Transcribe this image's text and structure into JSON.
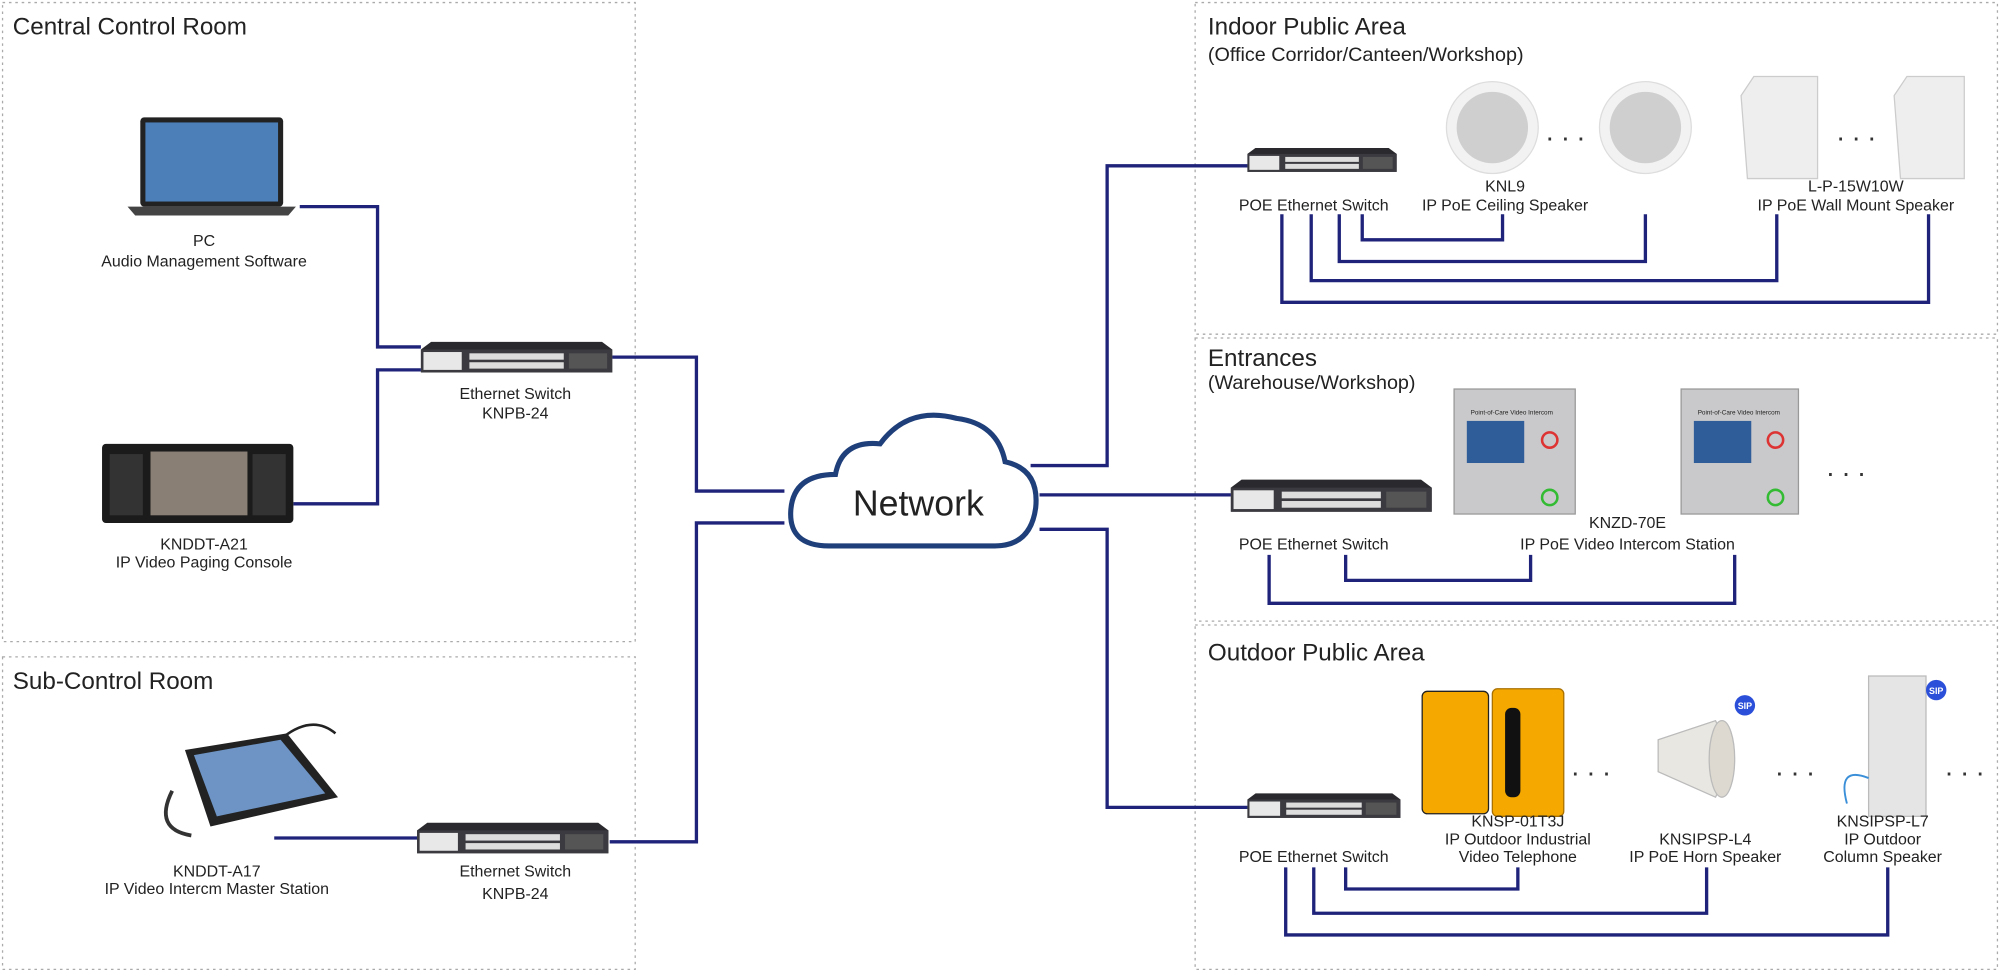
{
  "colors": {
    "wire": "#1f237a",
    "cloud_stroke": "#1e3f7a",
    "sip_badge": "#2b4fd8",
    "phone_yellow": "#f5a800"
  },
  "central_room": {
    "title": "Central Control Room",
    "pc": {
      "name": "PC",
      "desc": "Audio Management Software"
    },
    "console": {
      "model": "KNDDT-A21",
      "desc": "IP Video Paging Console"
    },
    "switch": {
      "name": "Ethernet Switch",
      "model": "KNPB-24"
    }
  },
  "sub_room": {
    "title": "Sub-Control Room",
    "station": {
      "model": "KNDDT-A17",
      "desc": "IP Video Intercm Master Station"
    },
    "switch": {
      "name": "Ethernet Switch",
      "model": "KNPB-24"
    }
  },
  "network": {
    "label": "Network"
  },
  "indoor": {
    "title": "Indoor Public Area",
    "subtitle": "(Office Corridor/Canteen/Workshop)",
    "switch": "POE Ethernet Switch",
    "ceiling": {
      "model": "KNL9",
      "desc": "IP PoE Ceiling Speaker"
    },
    "wall": {
      "model": "L-P-15W10W",
      "desc": "IP PoE Wall Mount Speaker"
    },
    "ellipsis": ". . ."
  },
  "entrances": {
    "title": "Entrances",
    "subtitle": "(Warehouse/Workshop)",
    "switch": "POE Ethernet Switch",
    "intercom": {
      "model": "KNZD-70E",
      "desc": "IP PoE Video Intercom Station",
      "panel_text": "Point-of-Care Video Intercom"
    },
    "ellipsis": ". . ."
  },
  "outdoor": {
    "title": "Outdoor Public Area",
    "switch": "POE Ethernet Switch",
    "phone": {
      "model": "KNSP-01T3J",
      "desc1": "IP Outdoor Industrial",
      "desc2": "Video Telephone"
    },
    "horn": {
      "model": "KNSIPSP-L4",
      "desc": "IP PoE Horn Speaker",
      "badge": "SIP"
    },
    "column": {
      "model": "KNSIPSP-L7",
      "desc1": "IP Outdoor",
      "desc2": "Column Speaker",
      "badge": "SIP"
    },
    "ellipsis": ". . ."
  }
}
